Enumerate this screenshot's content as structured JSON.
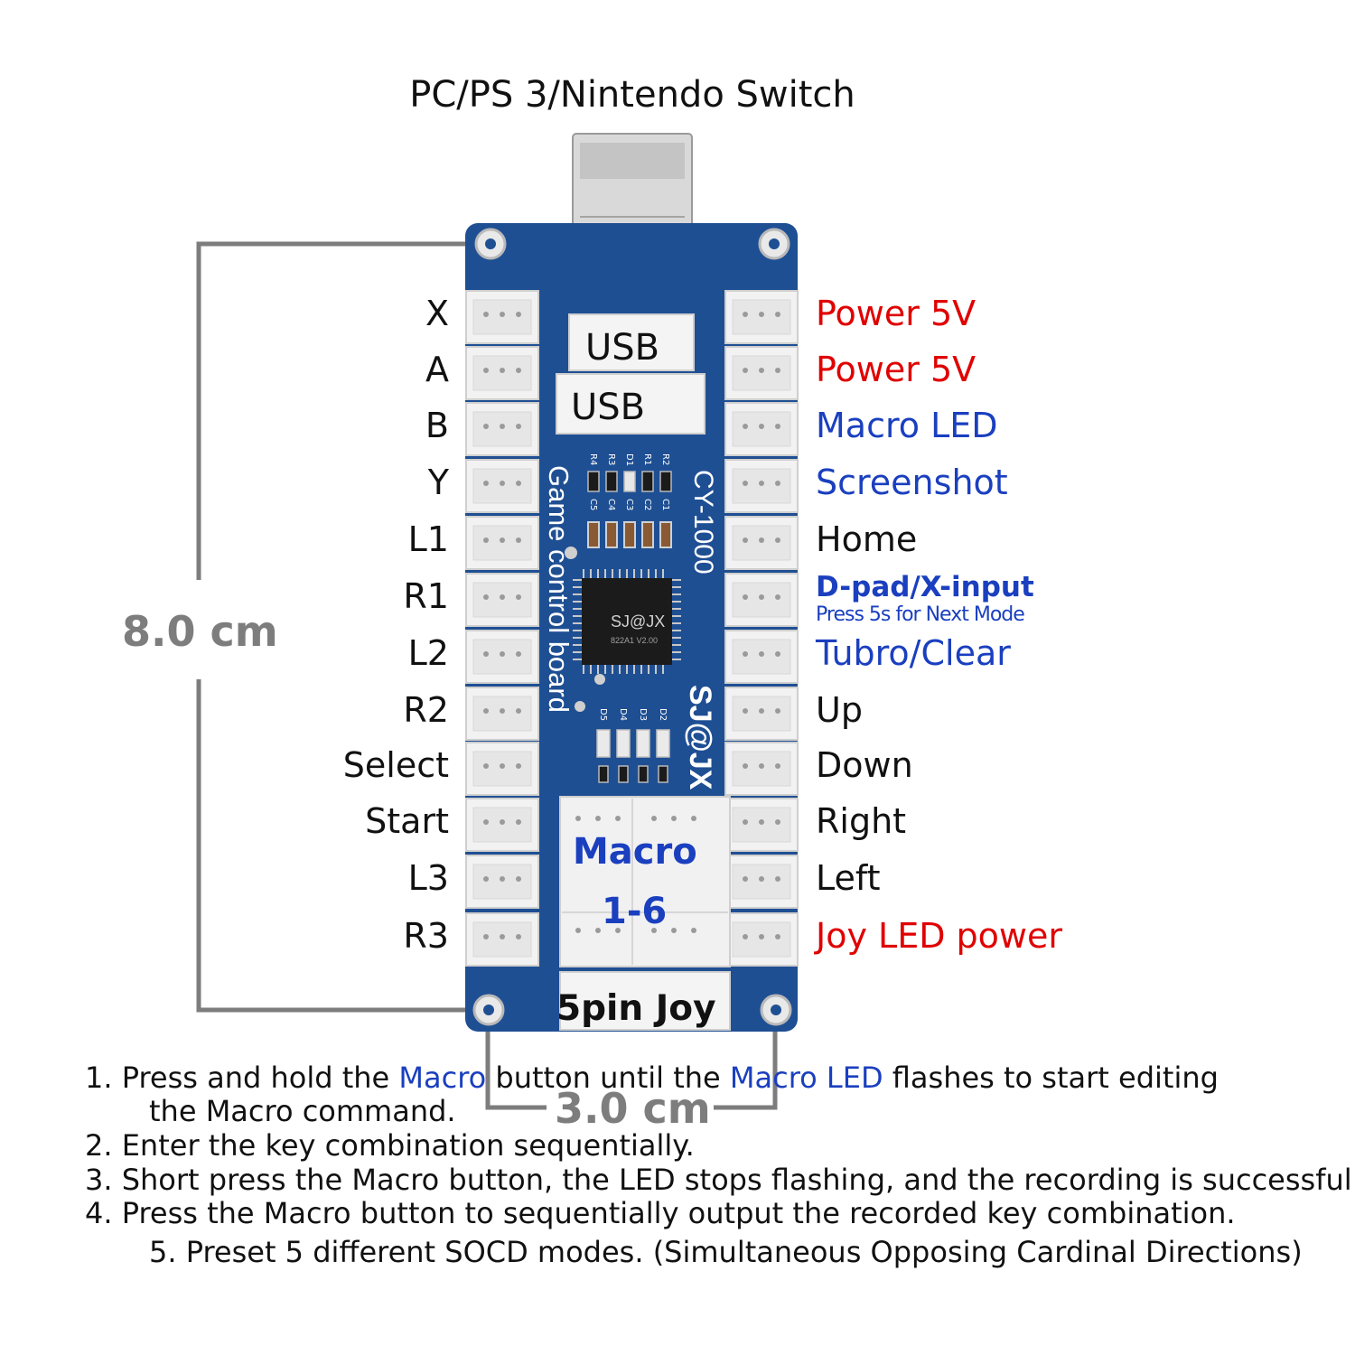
{
  "title": "PC/PS 3/Nintendo Switch",
  "left_labels": [
    "X",
    "A",
    "B",
    "Y",
    "L1",
    "R1",
    "L2",
    "R2",
    "Select",
    "Start",
    "L3",
    "R3"
  ],
  "right_labels": [
    {
      "text": "Power 5V",
      "color": "red"
    },
    {
      "text": "Power 5V",
      "color": "red"
    },
    {
      "text": "Macro LED",
      "color": "blue"
    },
    {
      "text": "Screenshot",
      "color": "blue"
    },
    {
      "text": "Home",
      "color": "black"
    },
    {
      "text": "",
      "color": "blue"
    },
    {
      "text": "Tubro/Clear",
      "color": "blue"
    },
    {
      "text": "Up",
      "color": "black"
    },
    {
      "text": "Down",
      "color": "black"
    },
    {
      "text": "Right",
      "color": "black"
    },
    {
      "text": "Left",
      "color": "black"
    },
    {
      "text": "Joy LED power",
      "color": "red"
    }
  ],
  "dpad": {
    "title": "D-pad/X-input",
    "subtitle": "Press 5s for Next Mode"
  },
  "board": {
    "usb1": "USB",
    "usb2": "USB",
    "model": "CY-1000",
    "name": "Game control board",
    "brand": "SJ@JX",
    "chip": "SJ@JX",
    "chip_code": "822A1 V2.00",
    "macro_title": "Macro",
    "macro_range": "1-6",
    "joy_label": "5pin Joy",
    "smd_top": [
      "R4",
      "R3",
      "D1",
      "R1",
      "R2"
    ],
    "smd_caps": [
      "C5",
      "C4",
      "C3",
      "C2",
      "C1"
    ],
    "smd_leds": [
      "D5",
      "D4",
      "D3",
      "D2"
    ]
  },
  "dimensions": {
    "height": "8.0 cm",
    "width": "3.0 cm"
  },
  "colors": {
    "board": "#1f4f93",
    "red": "#e00000",
    "blue": "#1a3fbf",
    "dim_line": "#7d7d7d"
  },
  "notes": {
    "n1_a": "1. Press and hold the ",
    "n1_b": "Macro",
    "n1_c": " button until the ",
    "n1_d": "Macro LED",
    "n1_e": " flashes to start editing",
    "n1_f": "the Macro command.",
    "n2": "2. Enter the key combination sequentially.",
    "n3": "3. Short press the Macro button, the LED stops flashing, and the recording is successful.",
    "n4": "4. Press the Macro button to sequentially output the recorded key combination.",
    "n5": "5. Preset 5 different SOCD modes. (Simultaneous Opposing Cardinal Directions)"
  }
}
